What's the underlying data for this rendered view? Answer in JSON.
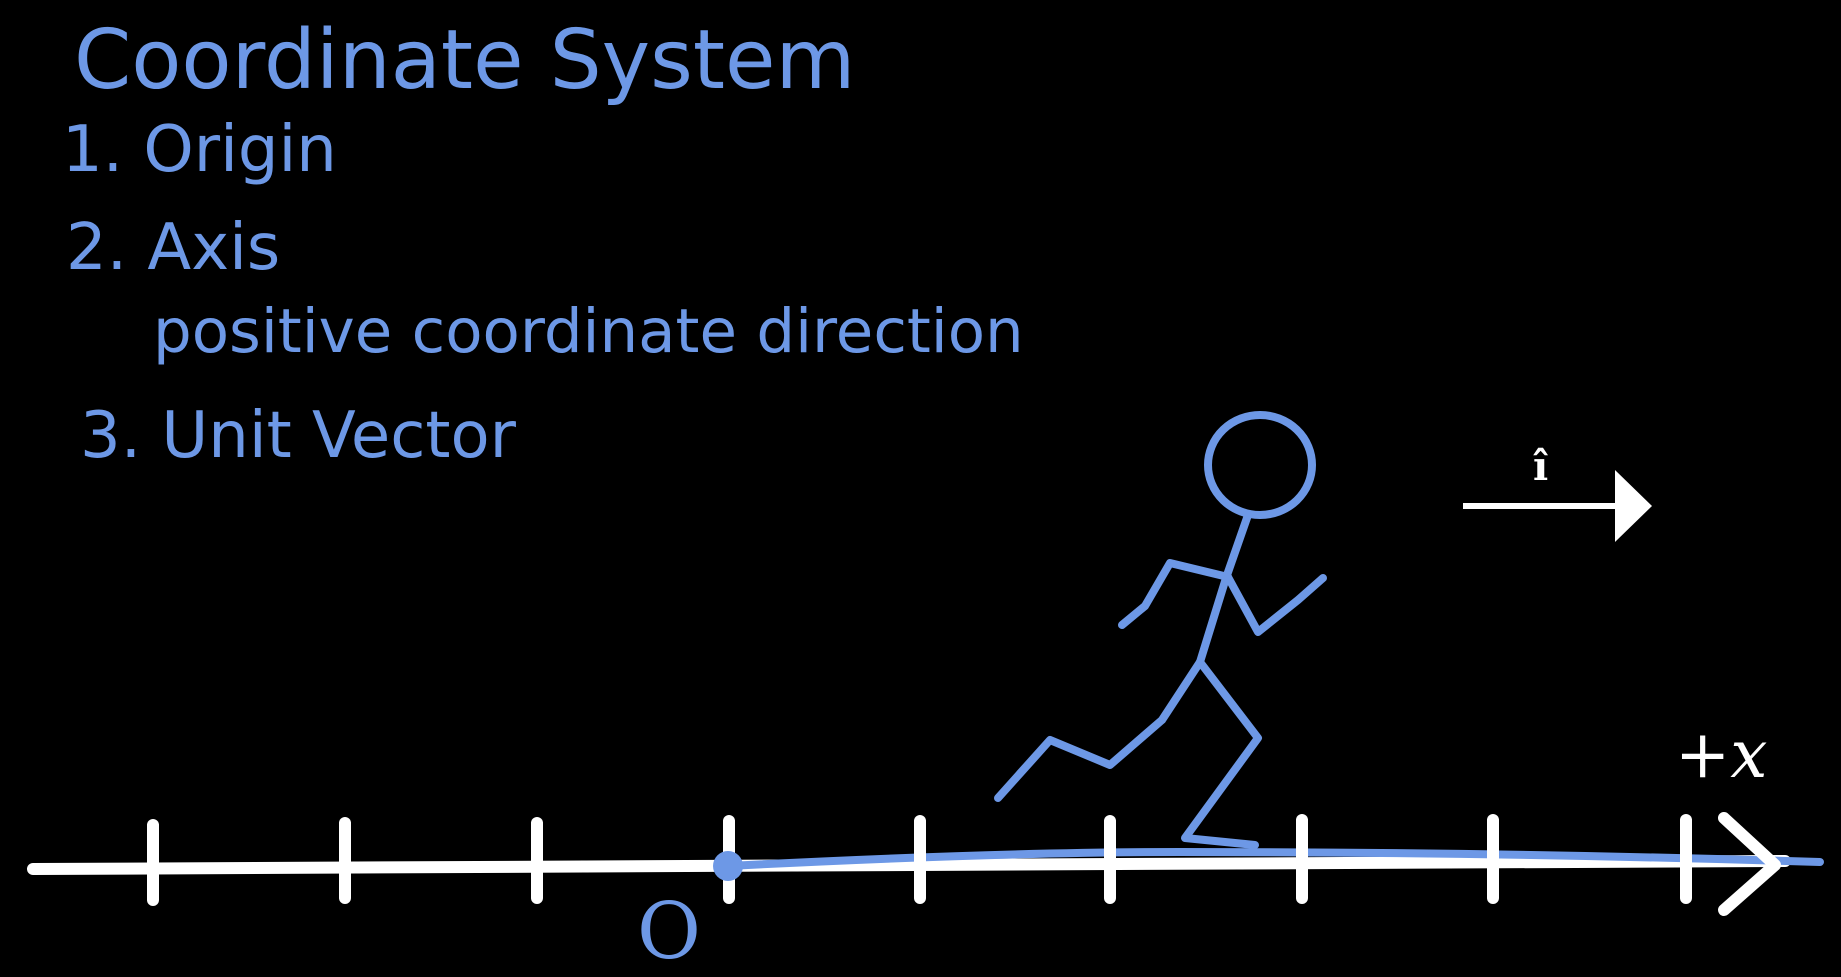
{
  "title": "Coordinate System",
  "items": {
    "origin": "1. Origin",
    "axis": "2. Axis",
    "axis_detail": "positive coordinate direction",
    "unit_vector": "3. Unit Vector"
  },
  "diagram": {
    "origin_label": "O",
    "axis_label": "+x",
    "unit_vector_label": "î",
    "colors": {
      "background": "#000000",
      "text": "#6d98e6",
      "axis": "#ffffff",
      "figure": "#6d98e6"
    },
    "figure": "running-stick-figure"
  }
}
